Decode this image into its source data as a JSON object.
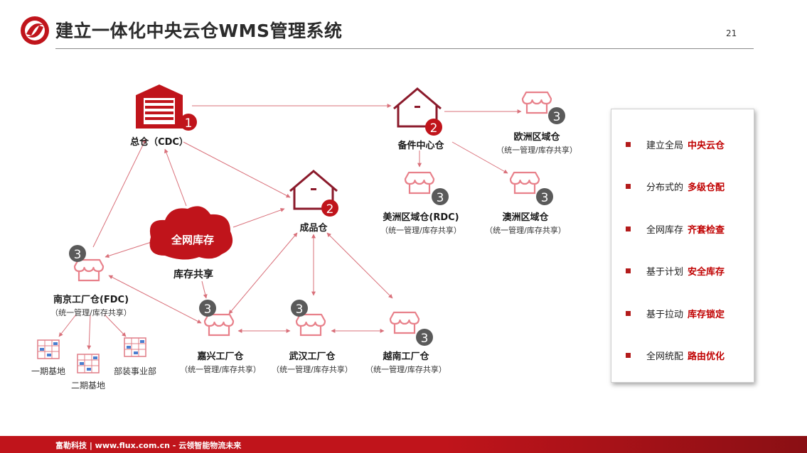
{
  "header": {
    "title": "建立一体化中央云仓WMS管理系统",
    "page_number": "21"
  },
  "nodes": {
    "cdc": {
      "name": "总仓（CDC）",
      "level": "1"
    },
    "spare": {
      "name": "备件中心仓",
      "level": "2"
    },
    "finished": {
      "name": "成品仓",
      "level": "2"
    },
    "europe": {
      "name": "欧洲区域仓",
      "sub": "（统一管理/库存共享）",
      "level": "3"
    },
    "america": {
      "name": "美洲区域仓(RDC)",
      "sub": "（统一管理/库存共享）",
      "level": "3"
    },
    "australia": {
      "name": "澳洲区域仓",
      "sub": "（统一管理/库存共享）",
      "level": "3"
    },
    "nanjing": {
      "name": "南京工厂仓(FDC)",
      "sub": "（统一管理/库存共享）",
      "level": "3"
    },
    "jiaxing": {
      "name": "嘉兴工厂仓",
      "sub": "（统一管理/库存共享）",
      "level": "3"
    },
    "wuhan": {
      "name": "武汉工厂仓",
      "sub": "（统一管理/库存共享）",
      "level": "3"
    },
    "vietnam": {
      "name": "越南工厂仓",
      "sub": "（统一管理/库存共享）",
      "level": "3"
    }
  },
  "cloud": {
    "text": "全网库存",
    "caption": "库存共享"
  },
  "bases": {
    "b1": "一期基地",
    "b2": "二期基地",
    "b3": "部装事业部"
  },
  "legend": [
    {
      "prefix": "建立全局",
      "highlight": "中央云仓"
    },
    {
      "prefix": "分布式的",
      "highlight": "多级仓配"
    },
    {
      "prefix": "全网库存",
      "highlight": "齐套检查"
    },
    {
      "prefix": "基于计划",
      "highlight": "安全库存"
    },
    {
      "prefix": "基于拉动",
      "highlight": "库存锁定"
    },
    {
      "prefix": "全网统配",
      "highlight": "路由优化"
    }
  ],
  "footer": {
    "text": "富勒科技 | www.flux.com.cn  -  云领智能物流未来"
  },
  "colors": {
    "accent": "#c0141b",
    "line": "#d9707a",
    "badge_gray": "#5a5a5a",
    "store": "#e8808a",
    "house": "#8b1a2b"
  }
}
